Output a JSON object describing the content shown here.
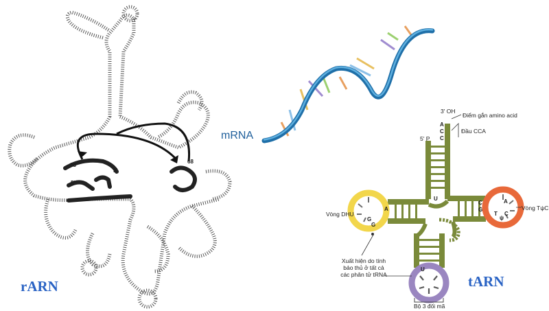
{
  "labels": {
    "rarn": "rARN",
    "mrna": "mRNA",
    "tarn": "tARN"
  },
  "trna": {
    "three_oh": "3' OH",
    "five_p": "5' P",
    "attach_site": "Điểm gắn amino acid",
    "cca_end": "Đầu CCA",
    "dhu_loop": "Vòng DHU",
    "tpsic_loop": "Vòng TψC",
    "anticodon": "Bộ 3 đối mã",
    "conserved_note_line1": "Xuất hiện do tính",
    "conserved_note_line2": "bảo thủ ở tất cả",
    "conserved_note_line3": "các phân tử tRNA",
    "cca_letters": [
      "A",
      "C",
      "C"
    ],
    "u_mid": "U",
    "dhu_letters": [
      "A",
      "G",
      "G"
    ],
    "tpsic_letters": [
      "C",
      "G",
      "A",
      "T",
      "ψ",
      "C"
    ],
    "anticodon_letter": "U"
  },
  "rrna_marks": {
    "m98": "98'",
    "m3": "3'",
    "m5": "5'",
    "m68": "68"
  },
  "colors": {
    "label_blue": "#2a63c4",
    "mrna_blue": "#1f6fa8",
    "trna_green": "#7a8a3a",
    "dhu_yellow": "#f2d64b",
    "tpsic_orange": "#e8693a",
    "anticodon_purple": "#9a86c0"
  }
}
